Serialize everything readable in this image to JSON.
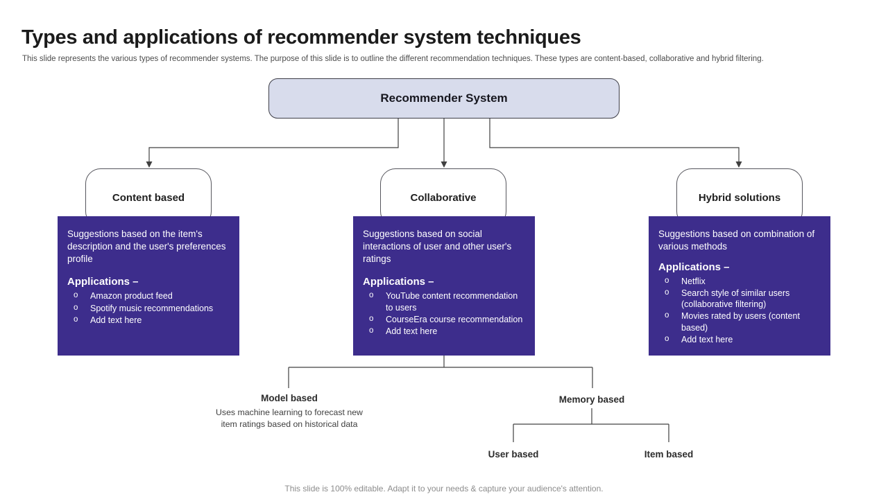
{
  "slide": {
    "title": "Types and applications of recommender system techniques",
    "subtitle": "This slide represents the various types of recommender systems. The purpose of this slide is to outline the different recommendation techniques. These types are content-based, collaborative and hybrid filtering.",
    "footer": "This slide is 100% editable. Adapt it to your needs & capture your audience's attention."
  },
  "diagram": {
    "root": {
      "label": "Recommender System"
    },
    "branches": [
      {
        "label": "Content based",
        "description": "Suggestions based on the item's description and the user's preferences profile",
        "applications_heading": "Applications –",
        "applications": [
          "Amazon product feed",
          "Spotify music recommendations",
          "Add text here"
        ]
      },
      {
        "label": "Collaborative",
        "description": "Suggestions based on social interactions of user and other user's ratings",
        "applications_heading": "Applications –",
        "applications": [
          "YouTube content recommendation to users",
          "CourseEra course recommendation",
          "Add text here"
        ]
      },
      {
        "label": "Hybrid solutions",
        "description": "Suggestions based on combination of various methods",
        "applications_heading": "Applications –",
        "applications": [
          "Netflix",
          "Search style of similar users (collaborative filtering)",
          "Movies rated by users (content based)",
          "Add text here"
        ]
      }
    ],
    "collaborative_children": {
      "model_based": {
        "label": "Model based",
        "description": "Uses machine learning to forecast new item ratings based on historical data"
      },
      "memory_based": {
        "label": "Memory based"
      },
      "memory_children": [
        {
          "label": "User based"
        },
        {
          "label": "Item based"
        }
      ]
    }
  },
  "colors": {
    "accent_purple": "#3d2d8c",
    "root_box_fill": "#d8dcec",
    "connector": "#404040"
  }
}
